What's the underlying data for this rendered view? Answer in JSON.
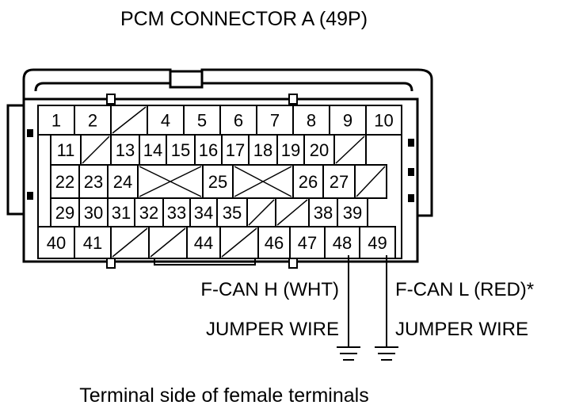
{
  "title": "PCM CONNECTOR A (49P)",
  "caption": "Terminal side of female terminals",
  "pins": {
    "row1": [
      "1",
      "2",
      "",
      "4",
      "5",
      "6",
      "7",
      "8",
      "9",
      "10"
    ],
    "row2": [
      "11",
      "",
      "13",
      "14",
      "15",
      "16",
      "17",
      "18",
      "19",
      "20",
      ""
    ],
    "row3": [
      "22",
      "23",
      "24",
      "",
      "25",
      "",
      "26",
      "27",
      ""
    ],
    "row4": [
      "29",
      "30",
      "31",
      "32",
      "33",
      "34",
      "35",
      "",
      "",
      "38",
      "39"
    ],
    "row5": [
      "40",
      "41",
      "",
      "",
      "44",
      "",
      "46",
      "47",
      "48",
      "49"
    ]
  },
  "wires": {
    "left_label": "F-CAN H (WHT)",
    "left_wire": "JUMPER WIRE",
    "right_label": "F-CAN L (RED)*",
    "right_wire": "JUMPER WIRE",
    "left_pin": "48",
    "right_pin": "49"
  }
}
